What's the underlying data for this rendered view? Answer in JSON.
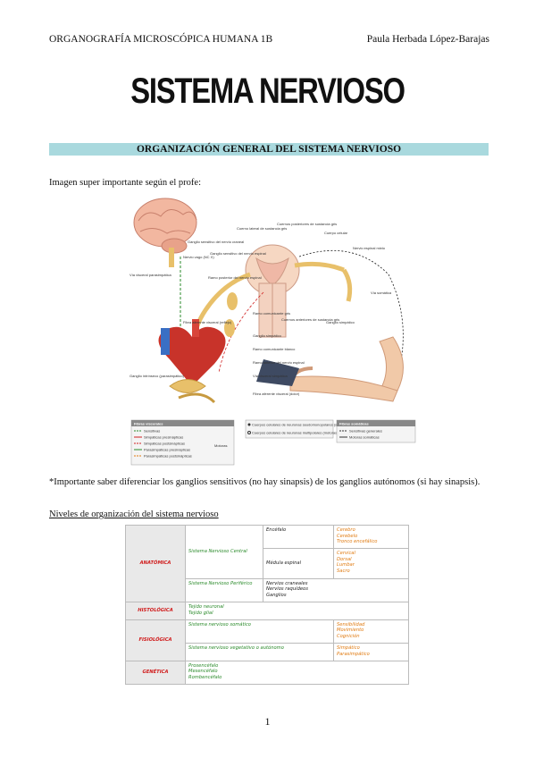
{
  "header": {
    "left": "ORGANOGRAFÍA MICROSCÓPICA HUMANA 1B",
    "right": "Paula Herbada López-Barajas"
  },
  "title": "SISTEMA NERVIOSO",
  "section_banner": "ORGANIZACIÓN GENERAL DEL SISTEMA NERVIOSO",
  "intro": "Imagen super importante según el profe:",
  "figure": {
    "labels": {
      "ganglio_sensitivo_craneal": "Ganglio sensitivo del nervio craneal",
      "nervio_vago": "Nervio vago (NC X)",
      "ganglio_sensitivo_espinal": "Ganglio sensitivo del nervio espinal",
      "asta_lateral": "Cuerno lateral de sustancia gris",
      "asta_posterior": "Cuernos posteriores de sustancia gris",
      "asta_celular": "Cuerpo celular",
      "nervio_espinal_mixto": "Nervio espinal mixto",
      "via_visceral_parasimpatica": "Vía visceral parasimpática",
      "ramo_posterior": "Ramo posterior del nervio espinal",
      "via_somatica": "Vía somática",
      "ramo_comunicante_gris": "Ramo comunicante gris",
      "asta_anterior": "Cuernos anteriores de sustancia gris",
      "ganglio_simpatico_label": "Ganglio simpático",
      "ganglio_simpatico2": "Ganglio simpático",
      "fibra_aferente_visceral_reflejo": "Fibra aferente visceral (reflejo)",
      "ramo_comunicante_blanco": "Ramo comunicante blanco",
      "ramo_anterior": "Ramo anterior del nervio espinal",
      "via_visceral_simpatica": "Vía visceral simpática",
      "ganglio_intrinseco": "Ganglio intrínseco (parasimpático)",
      "fibra_aferente_visceral_dolor": "Fibra aferente visceral (dolor)"
    },
    "legend": {
      "visceral_title": "Fibras viscerales",
      "visceral_items": [
        "Sensitivas",
        "Simpáticas presinápticas",
        "Simpáticas postsinápticas",
        "Parasimpáticas presinápticas",
        "Parasimpáticas postsinápticas"
      ],
      "motoras": "Motoras",
      "cell_items": [
        "Cuerpos celulares de neuronas seudomonopolares (sensitivas)",
        "Cuerpos celulares de neuronas multipolares (motoras)"
      ],
      "somatic_title": "Fibras somáticas",
      "somatic_items": [
        "Sensitivas generales",
        "Motoras somáticas"
      ]
    }
  },
  "note": "*Importante saber diferenciar los ganglios sensitivos (no hay sinapsis) de los ganglios autónomos (si hay sinapsis).",
  "levels_heading": "Niveles de organización del sistema nervioso",
  "levels_table": {
    "anatomica": "ANATÓMICA",
    "snc": "Sistema Nervioso Central",
    "encefalo": "Encéfalo",
    "encefalo_parts": "Cerebro\nCerebelo\nTronco encefálico",
    "medula": "Médula espinal",
    "medula_parts": "Cervical\nDorsal\nLumbar\nSacro",
    "snp": "Sistema Nervioso Periférico",
    "snp_parts": "Nervios craneales\nNervios raquídeos\nGanglios",
    "histologica": "HISTOLÓGICA",
    "histo_parts": "Tejido neuronal\nTejido glial",
    "fisiologica": "FISIOLÓGICA",
    "somatico": "Sistema nervioso somático",
    "somatico_parts": "Sensibilidad\nMovimiento\nCognición",
    "vegetativo": "Sistema nervioso vegetativo o autónomo",
    "vegetativo_parts": "Simpático\nParasimpático",
    "genetica": "GENÉTICA",
    "genetica_parts": "Prosencéfalo\nMesencéfalo\nRombencéfalo"
  },
  "page_number": "1"
}
